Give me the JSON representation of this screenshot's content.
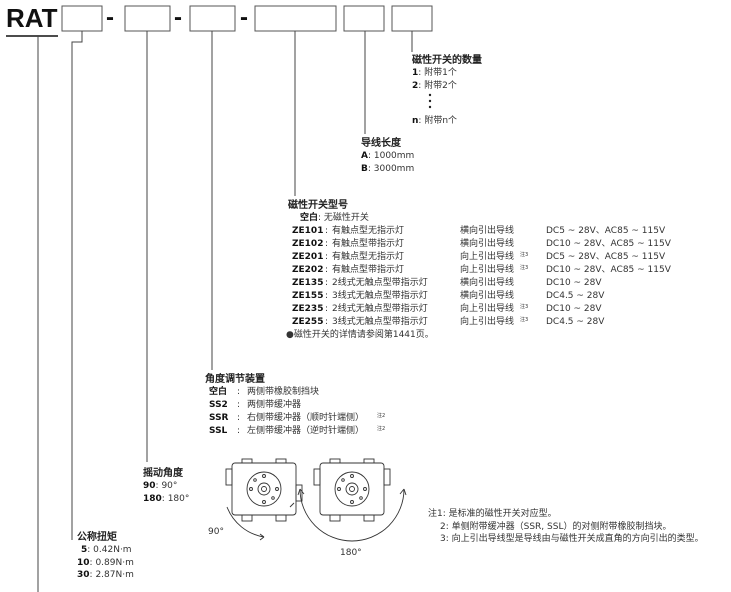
{
  "header": {
    "series": "RAT",
    "separators": [
      "-",
      "-",
      "-"
    ]
  },
  "switch_qty": {
    "title": "磁性开关的数量",
    "items": [
      {
        "code": "1",
        "text": "附带1个"
      },
      {
        "code": "2",
        "text": "附带2个"
      },
      {
        "code": "n",
        "text": "附带n个"
      }
    ]
  },
  "lead_length": {
    "title": "导线长度",
    "items": [
      {
        "code": "A",
        "text": "1000mm"
      },
      {
        "code": "B",
        "text": "3000mm"
      }
    ]
  },
  "switch_model": {
    "title": "磁性开关型号",
    "blank": {
      "code": "空白",
      "text": "无磁性开关"
    },
    "rows": [
      {
        "code": "ZE101",
        "desc": "有触点型无指示灯",
        "wiring": "横向引出导线",
        "note": "",
        "spec": "DC5 ~ 28V、AC85 ~ 115V"
      },
      {
        "code": "ZE102",
        "desc": "有触点型带指示灯",
        "wiring": "横向引出导线",
        "note": "",
        "spec": "DC10 ~ 28V、AC85 ~ 115V"
      },
      {
        "code": "ZE201",
        "desc": "有触点型无指示灯",
        "wiring": "向上引出导线",
        "note": "注3",
        "spec": "DC5 ~ 28V、AC85 ~ 115V"
      },
      {
        "code": "ZE202",
        "desc": "有触点型带指示灯",
        "wiring": "向上引出导线",
        "note": "注3",
        "spec": "DC10 ~ 28V、AC85 ~ 115V"
      },
      {
        "code": "ZE135",
        "desc": "2线式无触点型带指示灯",
        "wiring": "横向引出导线",
        "note": "",
        "spec": "DC10 ~ 28V"
      },
      {
        "code": "ZE155",
        "desc": "3线式无触点型带指示灯",
        "wiring": "横向引出导线",
        "note": "",
        "spec": "DC4.5 ~ 28V"
      },
      {
        "code": "ZE235",
        "desc": "2线式无触点型带指示灯",
        "wiring": "向上引出导线",
        "note": "注3",
        "spec": "DC10 ~ 28V"
      },
      {
        "code": "ZE255",
        "desc": "3线式无触点型带指示灯",
        "wiring": "向上引出导线",
        "note": "注3",
        "spec": "DC4.5 ~ 28V"
      }
    ],
    "footnote": "●磁性开关的详情请参阅第1441页。"
  },
  "angle_adjust": {
    "title": "角度调节装置",
    "items": [
      {
        "code": "空白",
        "text": "两侧带橡胶制挡块",
        "note": ""
      },
      {
        "code": "SS2",
        "text": "两侧带缓冲器",
        "note": ""
      },
      {
        "code": "SSR",
        "text": "右侧带缓冲器（顺时针端侧）",
        "note": "注2"
      },
      {
        "code": "SSL",
        "text": "左侧带缓冲器（逆时针端侧）",
        "note": "注2"
      }
    ]
  },
  "swing_angle": {
    "title": "摇动角度",
    "items": [
      {
        "code": "90",
        "text": "90°"
      },
      {
        "code": "180",
        "text": "180°"
      }
    ]
  },
  "figures": {
    "label_90": "90°",
    "label_180": "180°"
  },
  "torque": {
    "title": "公称扭矩",
    "items": [
      {
        "code": "5",
        "text": "0.42N·m"
      },
      {
        "code": "10",
        "text": "0.89N·m"
      },
      {
        "code": "30",
        "text": "2.87N·m"
      }
    ]
  },
  "notes": [
    "注1: 是标准的磁性开关对应型。",
    "2: 单侧附带缓冲器（SSR, SSL）的对侧附带橡胶制挡块。",
    "3: 向上引出导线型是导线由与磁性开关成直角的方向引出的类型。"
  ]
}
